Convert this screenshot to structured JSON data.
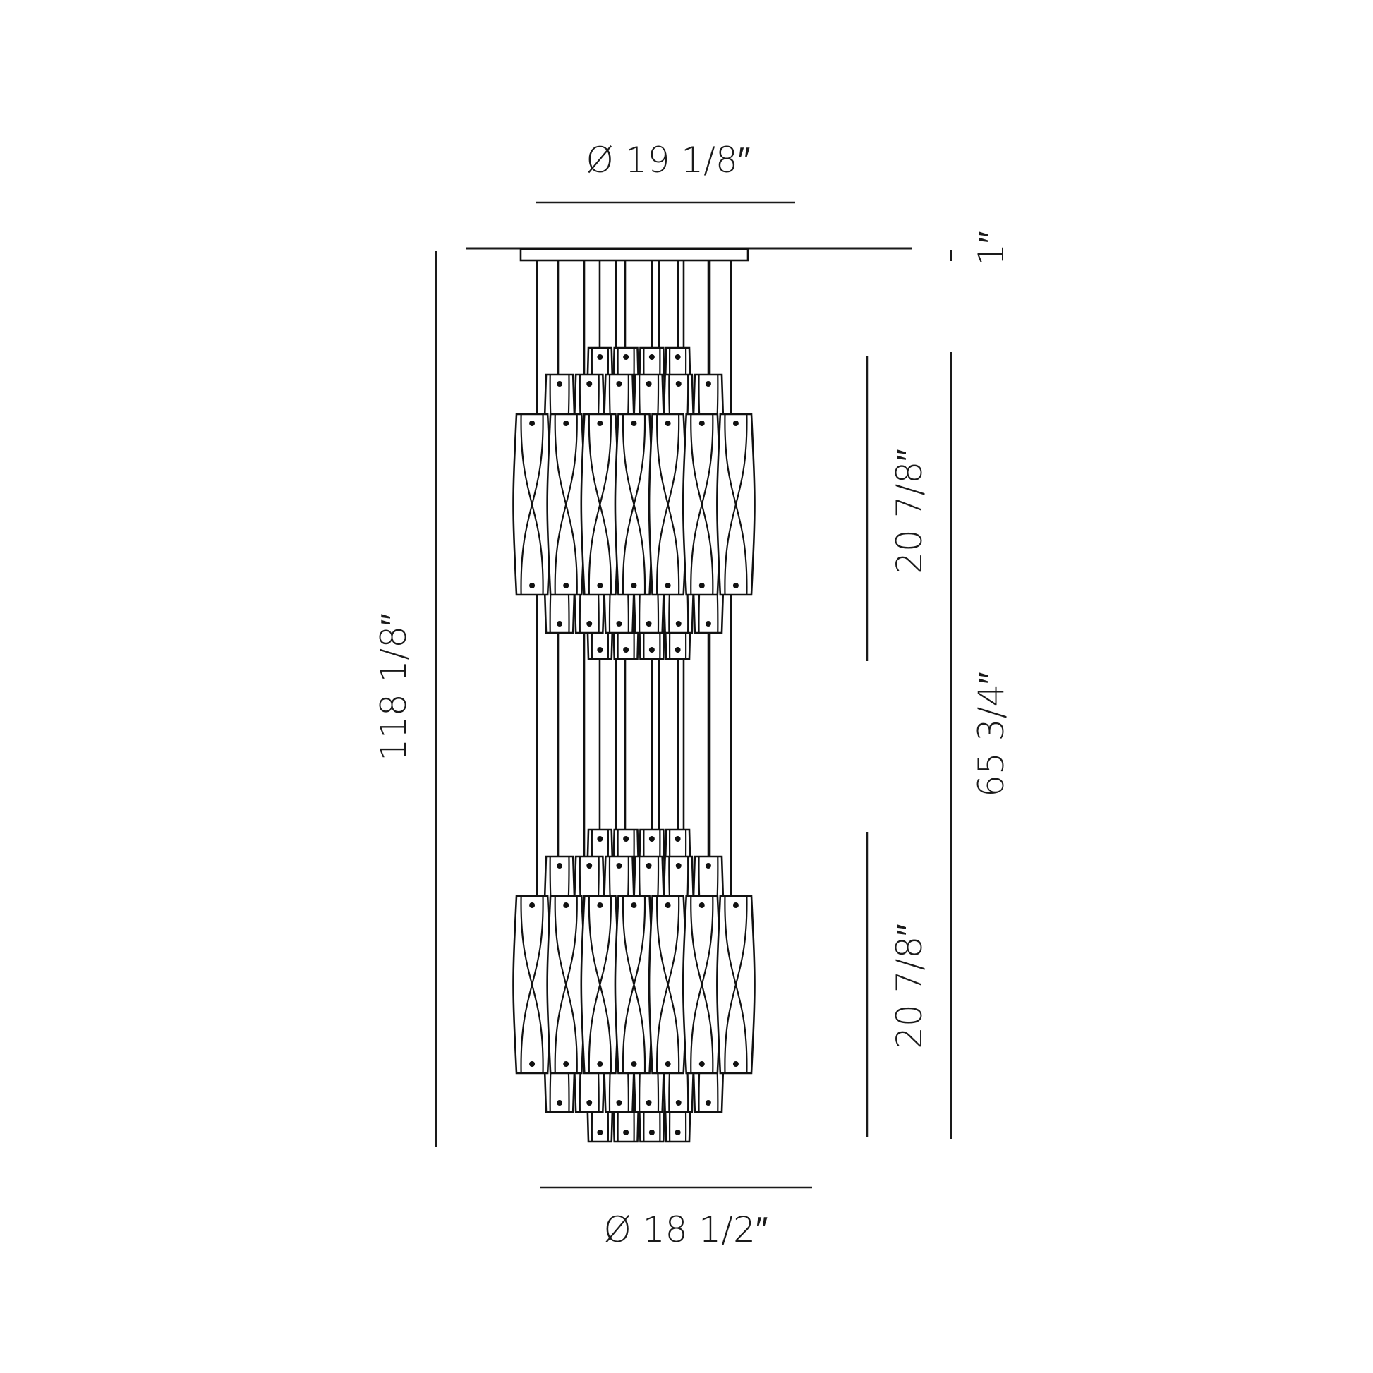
{
  "dimensions": {
    "canopy_diameter": "Ø 19 1/8″",
    "canopy_height": "1″",
    "overall_height": "118 1/8″",
    "upper_cluster_height": "20 7/8″",
    "lower_cluster_height": "20 7/8″",
    "fixture_height": "65 3/4″",
    "fixture_diameter": "Ø 18 1/2″"
  },
  "colors": {
    "line": "#1a1a1a",
    "background": "#ffffff"
  }
}
